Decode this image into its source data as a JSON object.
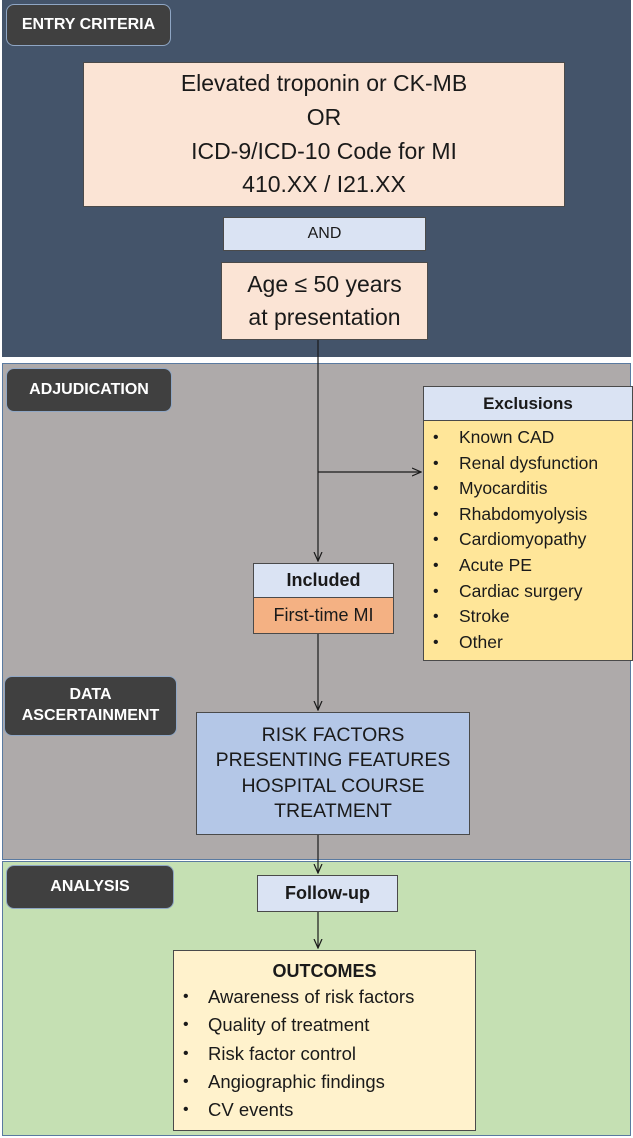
{
  "sections": {
    "entry_label": "ENTRY CRITERIA",
    "adjudication_label": "ADJUDICATION",
    "data_label_line1": "DATA",
    "data_label_line2": "ASCERTAINMENT",
    "analysis_label": "ANALYSIS"
  },
  "entry": {
    "line1": "Elevated troponin or CK-MB",
    "line2": "OR",
    "line3": "ICD-9/ICD-10 Code for MI",
    "line4": "410.XX / I21.XX",
    "and": "AND",
    "age_line1": "Age ≤ 50 years",
    "age_line2": "at presentation"
  },
  "exclusions": {
    "title": "Exclusions",
    "items": [
      "Known CAD",
      "Renal dysfunction",
      "Myocarditis",
      "Rhabdomyolysis",
      "Cardiomyopathy",
      "Acute PE",
      "Cardiac surgery",
      "Stroke",
      "Other"
    ]
  },
  "included": {
    "title": "Included",
    "subtitle": "First-time MI"
  },
  "data": {
    "lines": [
      "RISK FACTORS",
      "PRESENTING FEATURES",
      "HOSPITAL COURSE",
      "TREATMENT"
    ]
  },
  "analysis": {
    "followup": "Follow-up",
    "outcomes_title": "OUTCOMES",
    "outcomes": [
      "Awareness of risk factors",
      "Quality of treatment",
      "Risk factor control",
      "Angiographic findings",
      "CV events"
    ]
  }
}
